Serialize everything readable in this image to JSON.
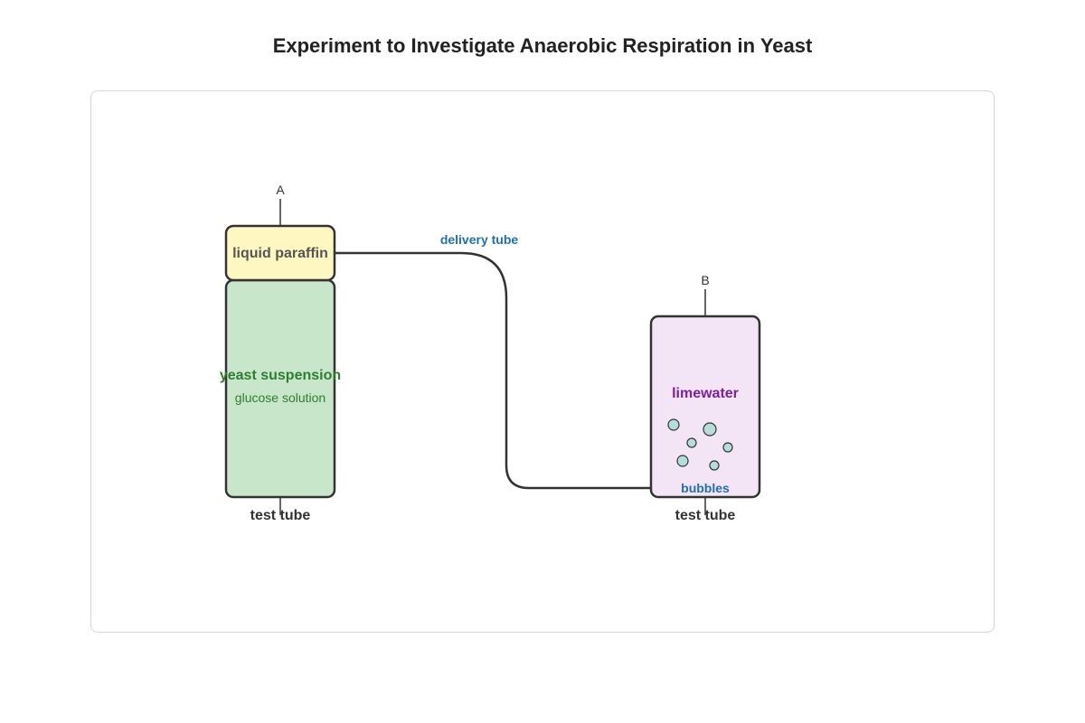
{
  "title": "Experiment to Investigate Anaerobic Respiration in Yeast",
  "tube_a": {
    "marker": "A",
    "top_layer": "liquid paraffin",
    "main_label": "yeast suspension",
    "sub_label": "glucose solution",
    "caption": "test tube"
  },
  "connector": {
    "label": "delivery tube"
  },
  "tube_b": {
    "marker": "B",
    "main_label": "limewater",
    "bubbles_label": "bubbles",
    "caption": "test tube"
  },
  "colors": {
    "paraffin_fill": "#fff7c2",
    "yeast_fill": "#c8e6c9",
    "yeast_text": "#2e7d32",
    "limewater_fill": "#f3e5f5",
    "limewater_text": "#7b1fa2",
    "bubble_fill": "#b2dfdb",
    "blue_label": "#1e6fb5",
    "outline": "#333333"
  }
}
